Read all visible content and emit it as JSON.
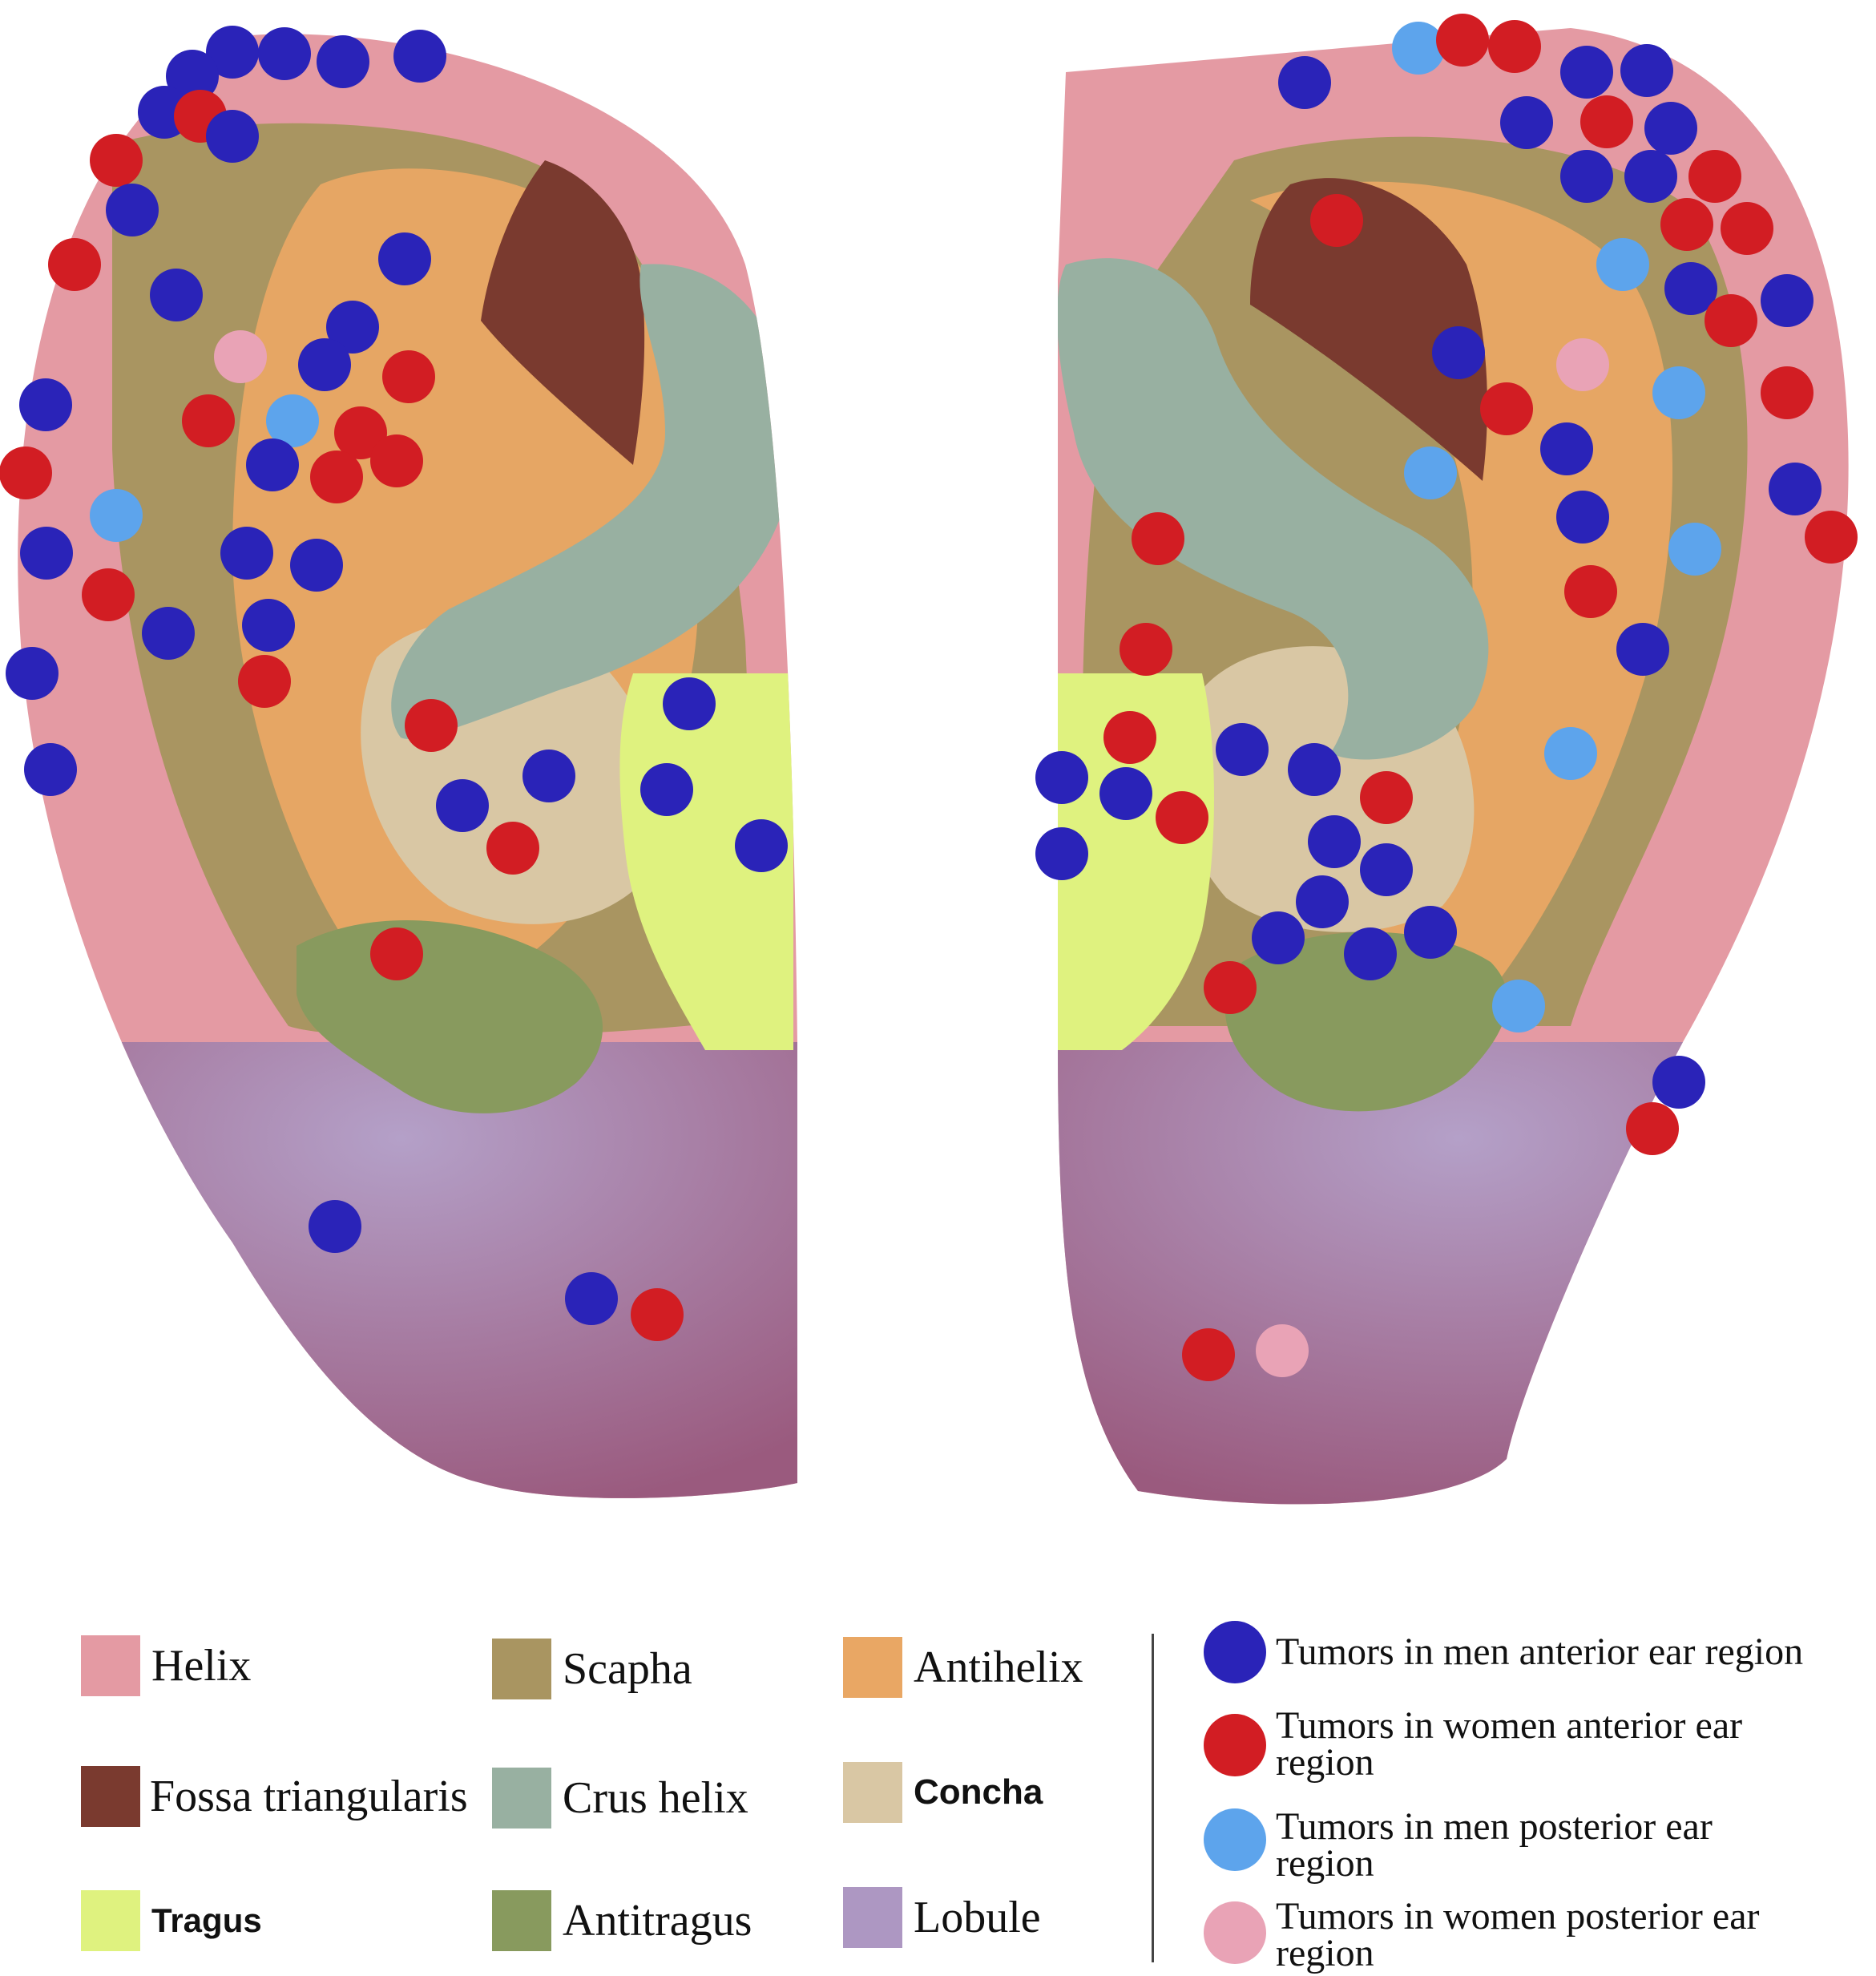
{
  "colors": {
    "helix": "#e49aa3",
    "fossa_triangularis": "#7a3a2f",
    "tragus": "#dff27f",
    "scapha": "#a99561",
    "crus_helix": "#98b0a1",
    "antitragus": "#889a5e",
    "antihelix": "#e9a764",
    "concha": "#d9c7a4",
    "lobule": "#ad97c2",
    "men_anterior": "#2a23b8",
    "women_anterior": "#d21d23",
    "men_posterior": "#5da4ec",
    "women_posterior": "#e9a3b6"
  },
  "legend": {
    "regions": [
      {
        "key": "helix",
        "label": "Helix"
      },
      {
        "key": "scapha",
        "label": "Scapha"
      },
      {
        "key": "antihelix",
        "label": "Antihelix"
      },
      {
        "key": "fossa_triangularis",
        "label": "Fossa triangularis"
      },
      {
        "key": "crus_helix",
        "label": "Crus helix"
      },
      {
        "key": "concha",
        "label": "Concha"
      },
      {
        "key": "tragus",
        "label": "Tragus"
      },
      {
        "key": "antitragus",
        "label": "Antitragus"
      },
      {
        "key": "lobule",
        "label": "Lobule"
      }
    ],
    "tumors": [
      {
        "key": "men_anterior",
        "label": "Tumors in men anterior ear region"
      },
      {
        "key": "women_anterior",
        "label": "Tumors in women anterior ear region"
      },
      {
        "key": "men_posterior",
        "label": "Tumors in men posterior ear region"
      },
      {
        "key": "women_posterior",
        "label": "Tumors in women posterior ear region"
      }
    ]
  }
}
